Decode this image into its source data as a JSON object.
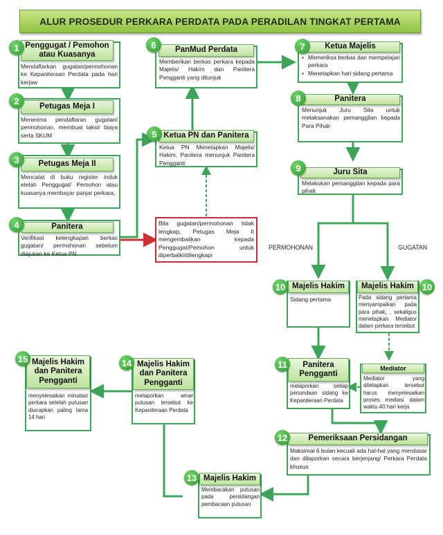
{
  "title": "ALUR PROSEDUR PERKARA PERDATA PADA PERADILAN TINGKAT PERTAMA",
  "colors": {
    "arrow": "#3da55a",
    "alert_border": "#cc2b2b",
    "alert_arrow": "#d23030",
    "badge": "#2e9a2f"
  },
  "steps": {
    "s1": {
      "num": "1",
      "title": "Penggugat / Pemohon atau Kuasanya",
      "text": "Mendaftarkan gugatan/permohonan ke Kepaniteraan Perdata pada hari kerjaw"
    },
    "s2": {
      "num": "2",
      "title": "Petugas Meja I",
      "text": "Menerima pendaftaran gugatan/ permohonan, membuat taksir biaya serta SKUM"
    },
    "s3": {
      "num": "3",
      "title": "Petugas Meja II",
      "text": "Mencatat di buku register induk etelah Penggugat/ Pemohon atau kuasanya membayar panjar perkara,"
    },
    "s4": {
      "num": "4",
      "title": "Panitera",
      "text": "Verifikasi kelengkapan berkas gugatan/ permohonan sebelum diajukan ke Ketua PN"
    },
    "s5": {
      "num": "5",
      "title": "Ketua PN dan Panitera",
      "text": "Ketua PN Menetapkan Majelis/ Hakim, Panitera menunjuk Panitera Pengganti"
    },
    "s6": {
      "num": "6",
      "title": "PanMud Perdata",
      "text": "Memberikan berkas perkara kepada Majelis/ Hakim dan Panitera Pengganti yang ditunjuk"
    },
    "s7": {
      "num": "7",
      "title": "Ketua Majelis",
      "bullets": [
        "Memeriksa berkas dan mempelajari perkara",
        "Menetapkan hari sidang pertama"
      ]
    },
    "s8": {
      "num": "8",
      "title": "Panitera",
      "text": "Menunjuk Juru Sita untuk melaksanakan pemanggilan kepada Para Pihak"
    },
    "s9": {
      "num": "9",
      "title": "Juru Sita",
      "text": "Melakukan pemanggilan kepada para pihak"
    },
    "s10a": {
      "num": "10",
      "title": "Majelis Hakim",
      "text": "Sidang pertama"
    },
    "s10b": {
      "num": "10",
      "title": "Majelis Hakim",
      "text": "Pada sidang pertama menyampaikan pada para pihak, , sekaligus menetapkan Mediator dalam perkara tersebut"
    },
    "s11": {
      "num": "11",
      "title": "Panitera Pengganti",
      "text": "melaporkan setiap penundaan sidang ke Kepaniteraan Perdata"
    },
    "s12": {
      "num": "12",
      "title": "Pemeriksaan Persidangan",
      "text": "Maksimal 6 bulan kecuali ada hal-hal yang mendasar dan dilaporkan secara berjenjang/ Perkara Perdata khusus"
    },
    "s13": {
      "num": "13",
      "title": "Majelis Hakim",
      "text": "Membacakan putusan pada persidangan pembacaan putusan"
    },
    "s14": {
      "num": "14",
      "title": "Majelis Hakim dan Panitera Pengganti",
      "text": "melaporkan amar putusan tersebut ke Kepaniteraan Perdata"
    },
    "s15": {
      "num": "15",
      "title": "Majelis Hakim dan Panitera Pengganti",
      "text": "menyelesaikan minutasi perkara setelah putusan diucapkan paling lama 14 hari"
    }
  },
  "mediator": {
    "title": "Mediator",
    "text": "Mediator yang ditetapkan tersebut harus menyelesaikan proses mediasi dalam waktu 40 hari kerja"
  },
  "incomplete_note": "Bila gugatan/permohonan tidak lengkap, Petugas Meja II mengembalikan kepada Penggugat/Pemohon untuk diperbaiki/dilengkapi",
  "branch_labels": {
    "left": "PERMOHONAN",
    "right": "GUGATAN"
  }
}
